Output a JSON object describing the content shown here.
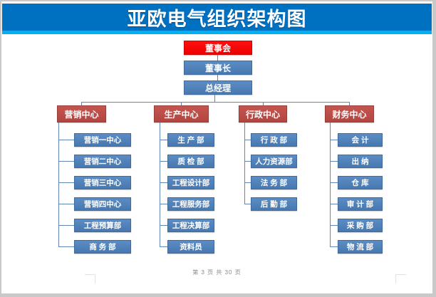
{
  "document": {
    "title": "亚欧电气组织架构图",
    "footer": "第 3 页 共 30 页"
  },
  "colors": {
    "banner_blue": "#0070C0",
    "banner_strip": "#00B0F0",
    "root_red": "#FF0000",
    "center_red": "#BE4B48",
    "node_blue": "#4F81BD",
    "connector": "#5F86B5"
  },
  "chart": {
    "root": {
      "label": "董事会"
    },
    "level2": {
      "label": "董事长"
    },
    "level3": {
      "label": "总经理"
    },
    "columns": [
      {
        "head": "营销中心",
        "children": [
          "营销一中心",
          "营销二中心",
          "营销三中心",
          "营销四中心",
          "工程预算部",
          "商 务 部"
        ]
      },
      {
        "head": "生产中心",
        "children": [
          "生 产 部",
          "质 检 部",
          "工程设计部",
          "工程服务部",
          "工程决算部",
          "资料员"
        ]
      },
      {
        "head": "行政中心",
        "children": [
          "行 政 部",
          "人力资源部",
          "法 务 部",
          "后 勤 部"
        ]
      },
      {
        "head": "财务中心",
        "children": [
          "会 计",
          "出 纳",
          "仓 库",
          "审 计 部",
          "采 购 部",
          "物 流 部"
        ]
      }
    ]
  }
}
